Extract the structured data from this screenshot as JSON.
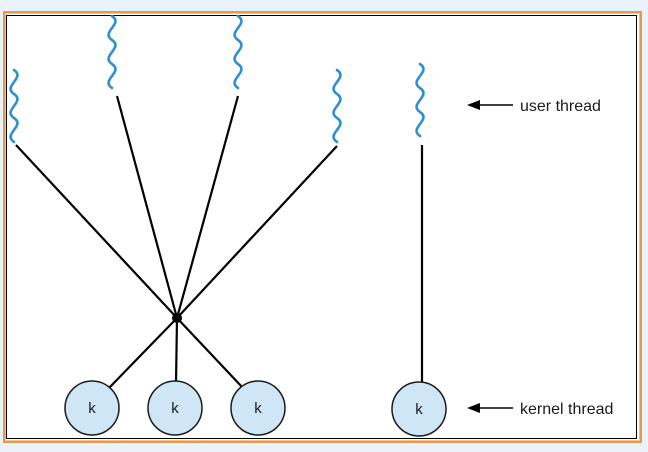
{
  "diagram": {
    "colors": {
      "user_thread": "#2f8fd4",
      "kernel_fill": "#cfe6f6",
      "kernel_stroke": "#1a1a1a",
      "line": "#000000",
      "frame_border": "#e39a4f"
    },
    "kernel_label": "k",
    "annotations": {
      "user_thread": "user thread",
      "kernel_thread": "kernel thread"
    }
  }
}
